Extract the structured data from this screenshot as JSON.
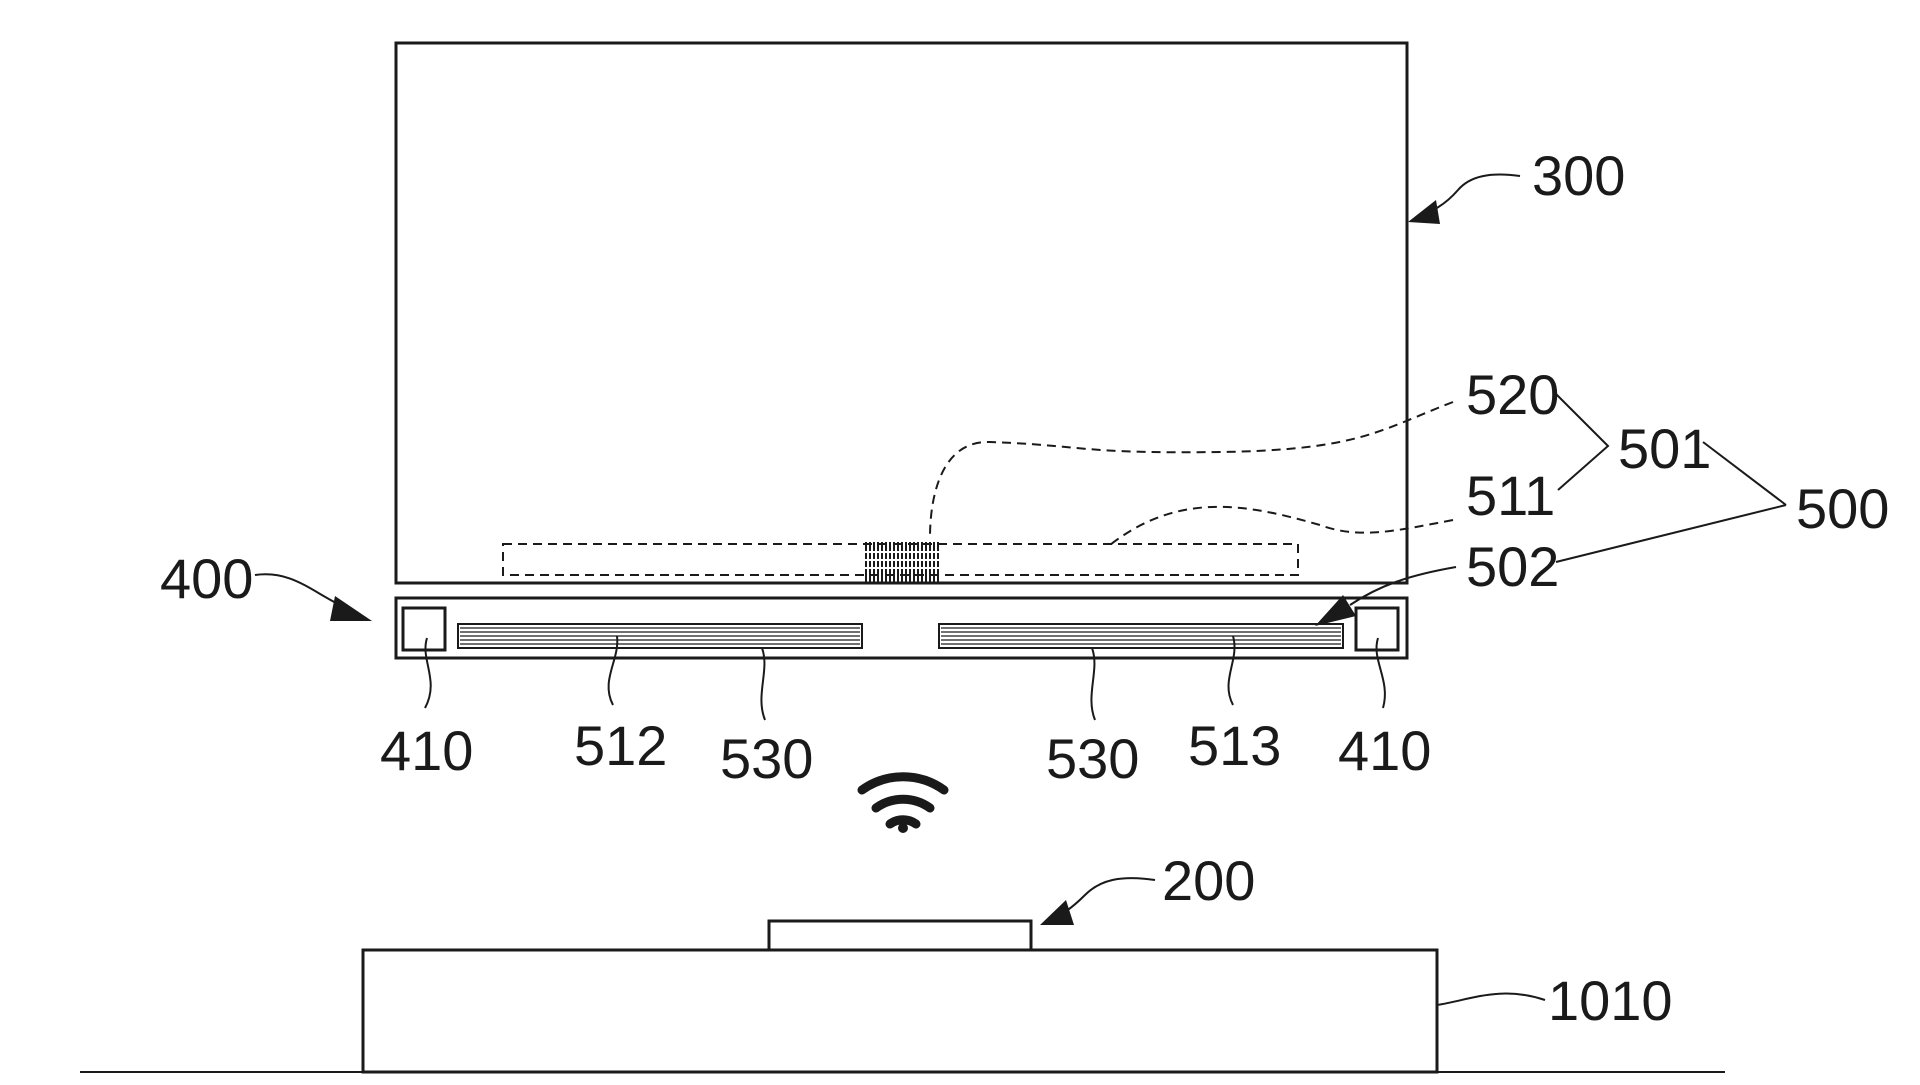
{
  "labels": {
    "display": "300",
    "housing": "400",
    "coil_top": "520",
    "group_inner": "501",
    "antenna": "511",
    "group_outer": "500",
    "coil_bottom": "502",
    "sensor_left": "410",
    "sensor_right": "410",
    "strip_left": "512",
    "shield_left": "530",
    "shield_right": "530",
    "strip_right": "513",
    "transmitter": "200",
    "base": "1010"
  },
  "icons": {
    "wireless": "wifi-icon"
  },
  "colors": {
    "line": "#1a1a1a",
    "background": "#ffffff"
  }
}
